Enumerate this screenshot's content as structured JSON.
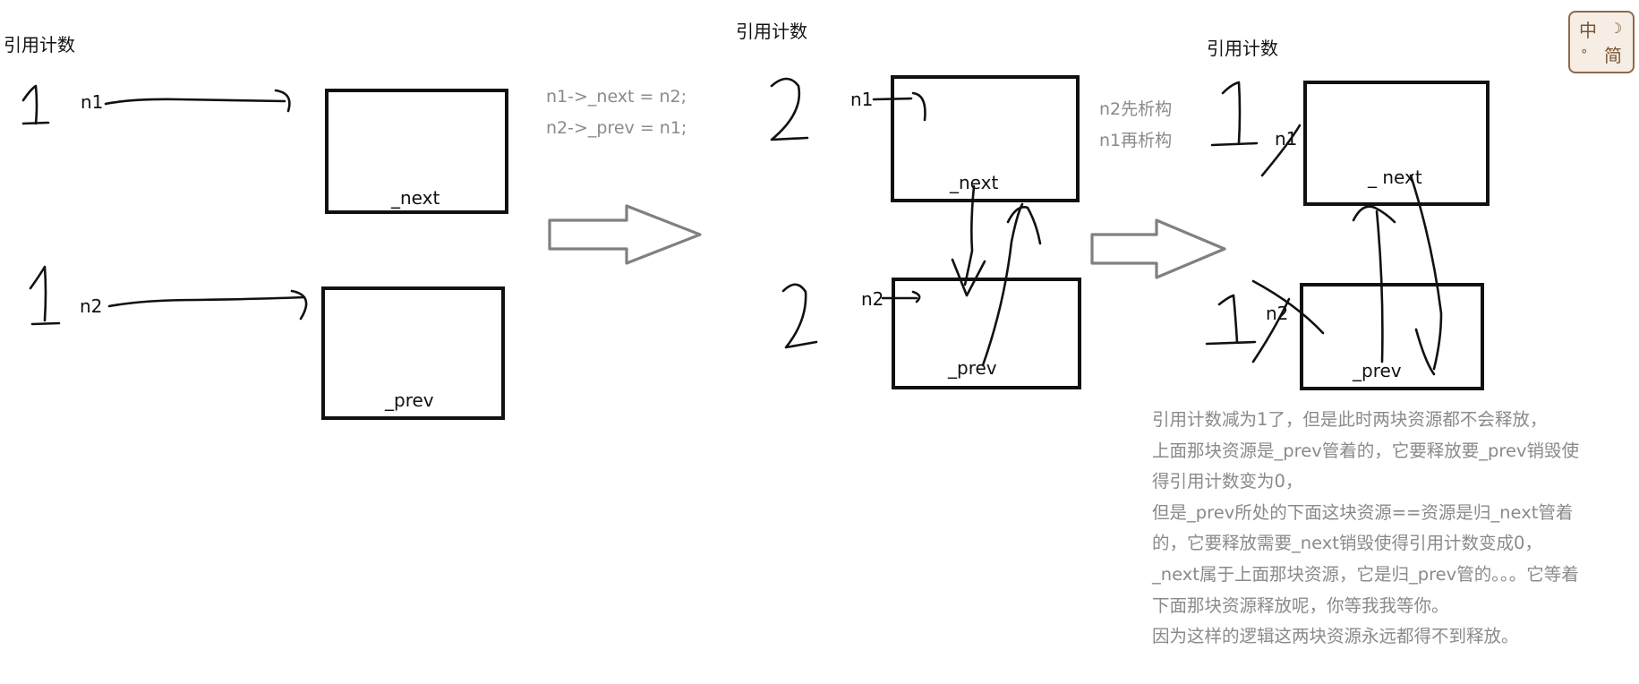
{
  "panel1": {
    "heading": "引用计数",
    "n1_label": "n1",
    "n2_label": "n2",
    "n1_count": "1",
    "n2_count": "1",
    "node1_field": "_next",
    "node2_field": "_prev"
  },
  "code": {
    "line1": "n1->_next = n2;",
    "line2": "n2->_prev = n1;"
  },
  "panel2": {
    "heading": "引用计数",
    "n1_label": "n1",
    "n2_label": "n2",
    "n1_count": "2",
    "n2_count": "2",
    "node1_field": "_next",
    "node2_field": "_prev"
  },
  "order": {
    "line1": "n2先析构",
    "line2": "n1再析构"
  },
  "panel3": {
    "heading": "引用计数",
    "n1_label": "n1",
    "n2_label": "n2",
    "n1_count": "1",
    "n2_count": "1",
    "node1_field": "_ next",
    "node2_field": "_prev"
  },
  "explanation": [
    "引用计数减为1了，但是此时两块资源都不会释放，",
    "上面那块资源是_prev管着的，它要释放要_prev销毁使",
    "得引用计数变为0，",
    "但是_prev所处的下面这块资源==资源是归_next管着",
    "的，它要释放需要_next销毁使得引用计数变成0，",
    "_next属于上面那块资源，它是归_prev管的。。。它等着",
    "下面那块资源释放呢，你等我我等你。",
    "因为这样的逻辑这两块资源永远都得不到释放。"
  ],
  "ime": {
    "mode": "中",
    "charset": "简"
  },
  "colors": {
    "ink": "#111111",
    "note_text": "#8a8a8a",
    "arrow_outline": "#808080",
    "ime_border": "#8b6b4a",
    "ime_bg": "#f6eee4"
  }
}
